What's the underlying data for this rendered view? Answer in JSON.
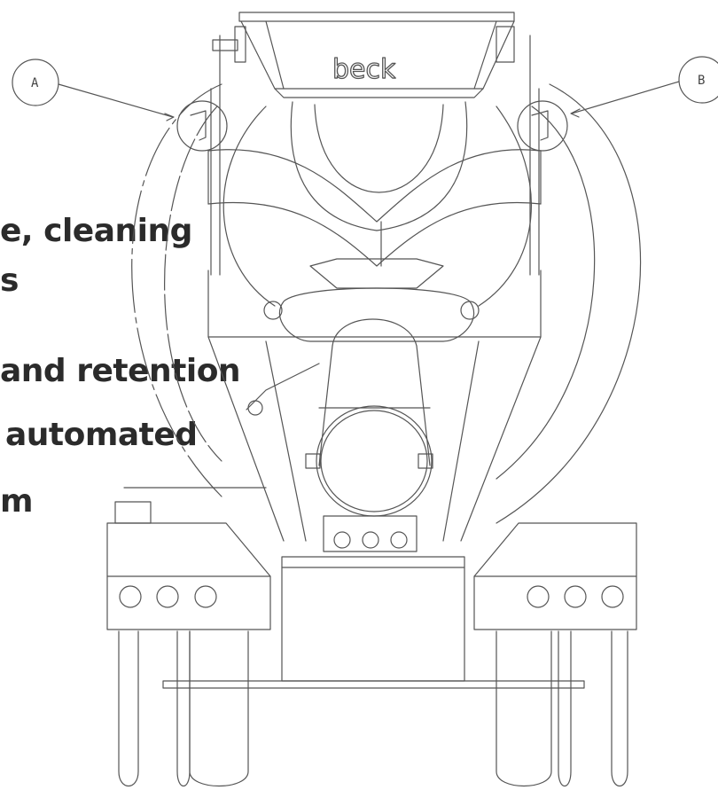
{
  "background_text": [
    "e, cleaning",
    "s",
    "and retention",
    "automated",
    "m"
  ],
  "brand_logo": "beck",
  "callouts": [
    {
      "label": "A"
    },
    {
      "label": "B"
    }
  ],
  "colors": {
    "line": "#555555",
    "text": "#2b2b2b",
    "background": "#ffffff"
  }
}
